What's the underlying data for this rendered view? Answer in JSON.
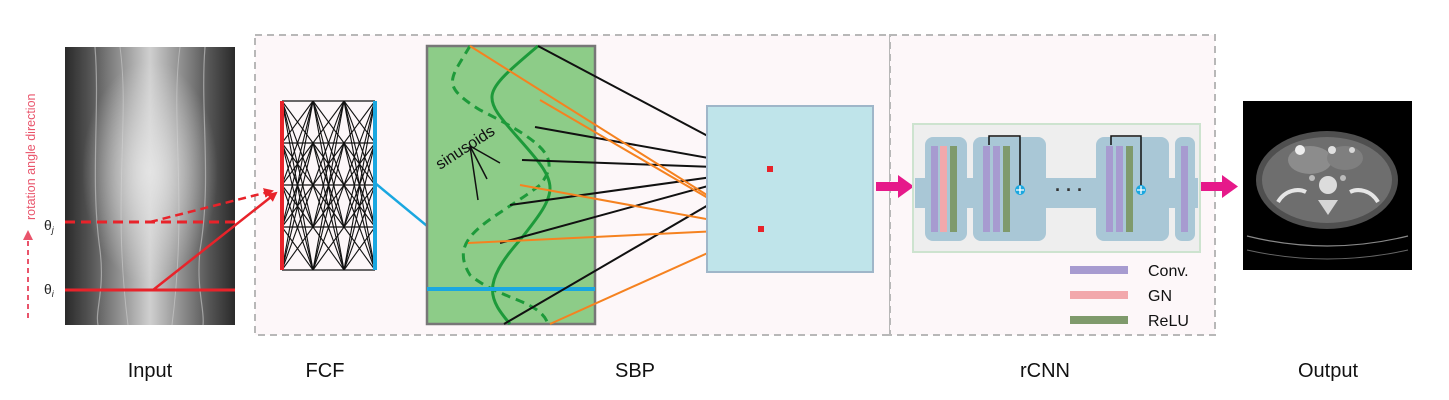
{
  "stages": {
    "input": "Input",
    "fcf": "FCF",
    "sbp": "SBP",
    "rcnn": "rCNN",
    "output": "Output"
  },
  "annotations": {
    "rotation": "rotation angle direction",
    "theta_j": "θ",
    "theta_j_sub": "j",
    "theta_i": "θ",
    "theta_i_sub": "i",
    "sinusoids": "sinusoids",
    "ellipsis": "· · ·"
  },
  "legend": [
    {
      "label": "Conv.",
      "color": "#a79bd0"
    },
    {
      "label": "GN",
      "color": "#f2a8ac"
    },
    {
      "label": "ReLU",
      "color": "#7f9a6c"
    }
  ],
  "colors": {
    "red": "#e8232a",
    "blue": "#1aa7e0",
    "green_line": "#1d9a3a",
    "orange": "#f58220",
    "magenta": "#e6198a",
    "sbp_fill": "#8dcc88",
    "target_fill": "#bfe4ea",
    "rotation": "#e9546b"
  }
}
